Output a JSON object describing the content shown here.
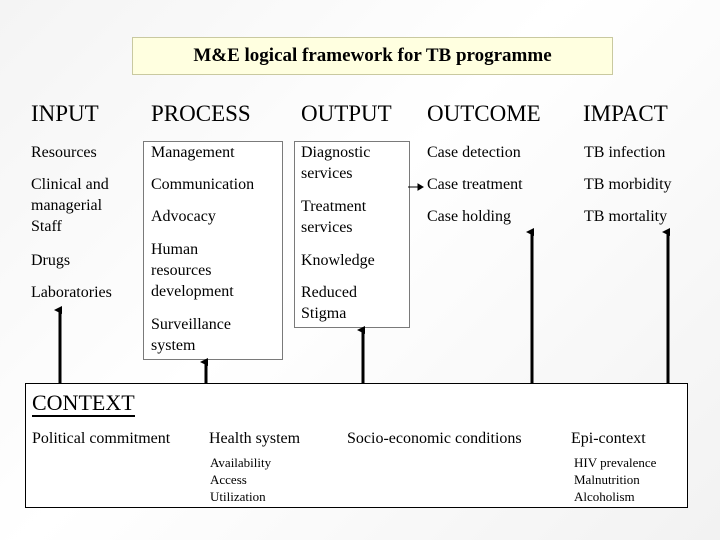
{
  "title": "M&E logical framework for TB programme",
  "columns": {
    "input": {
      "header": "INPUT",
      "items": [
        "Resources",
        "Clinical and managerial Staff",
        "Drugs",
        "Laboratories"
      ]
    },
    "process": {
      "header": "PROCESS",
      "items": [
        "Management",
        "Communication",
        "Advocacy",
        "Human resources development",
        "Surveillance system"
      ]
    },
    "output": {
      "header": "OUTPUT",
      "items": [
        "Diagnostic services",
        "Treatment services",
        "Knowledge",
        "Reduced Stigma"
      ]
    },
    "outcome": {
      "header": "OUTCOME",
      "items": [
        "Case detection",
        "Case treatment",
        "Case holding"
      ]
    },
    "impact": {
      "header": "IMPACT",
      "items": [
        "TB infection",
        "TB morbidity",
        "TB mortality"
      ]
    }
  },
  "context": {
    "title": "CONTEXT",
    "political": "Political commitment",
    "health_system": {
      "label": "Health system",
      "items": [
        "Availability",
        "Access",
        "Utilization"
      ]
    },
    "socio_economic": "Socio-economic conditions",
    "epi_context": {
      "label": "Epi-context",
      "items": [
        "HIV prevalence",
        "Malnutrition",
        "Alcoholism"
      ]
    }
  }
}
